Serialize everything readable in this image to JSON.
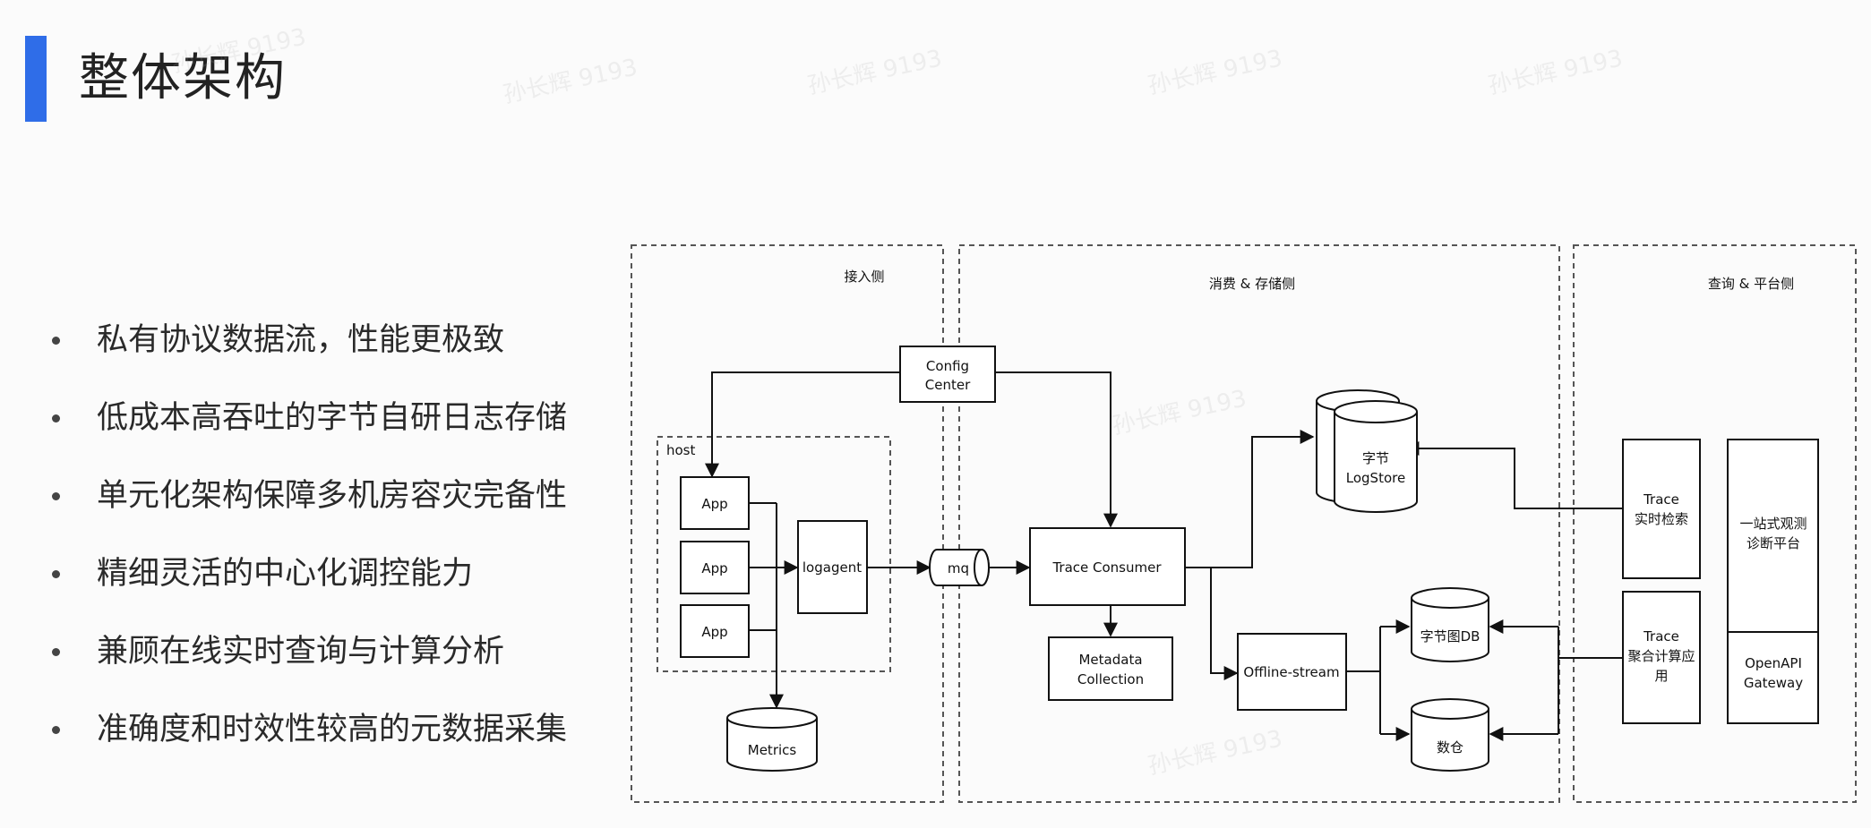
{
  "page": {
    "title": "整体架构",
    "accent_color": "#2f6de8"
  },
  "bullets": [
    "私有协议数据流，性能更极致",
    "低成本高吞吐的字节自研日志存储",
    "单元化架构保障多机房容灾完备性",
    "精细灵活的中心化调控能力",
    "兼顾在线实时查询与计算分析",
    "准确度和时效性较高的元数据采集"
  ],
  "watermark": "孙长辉 9193",
  "diagram": {
    "sections": {
      "ingest": "接入侧",
      "consume_store": "消费 & 存储侧",
      "query_platform": "查询 & 平台侧"
    },
    "host_label": "host",
    "nodes": {
      "config_center_l1": "Config",
      "config_center_l2": "Center",
      "app_1": "App",
      "app_2": "App",
      "app_3": "App",
      "logagent": "logagent",
      "metrics": "Metrics",
      "mq": "mq",
      "trace_consumer": "Trace Consumer",
      "metadata_l1": "Metadata",
      "metadata_l2": "Collection",
      "offline_stream": "Offline-stream",
      "logstore_l1": "字节",
      "logstore_l2": "LogStore",
      "graph_db": "字节图DB",
      "data_warehouse": "数仓",
      "trace_search_l1": "Trace",
      "trace_search_l2": "实时检索",
      "trace_agg_l1": "Trace",
      "trace_agg_l2": "聚合计算应",
      "trace_agg_l3": "用",
      "platform_l1": "一站式观测",
      "platform_l2": "诊断平台",
      "openapi_l1": "OpenAPI",
      "openapi_l2": "Gateway"
    }
  }
}
